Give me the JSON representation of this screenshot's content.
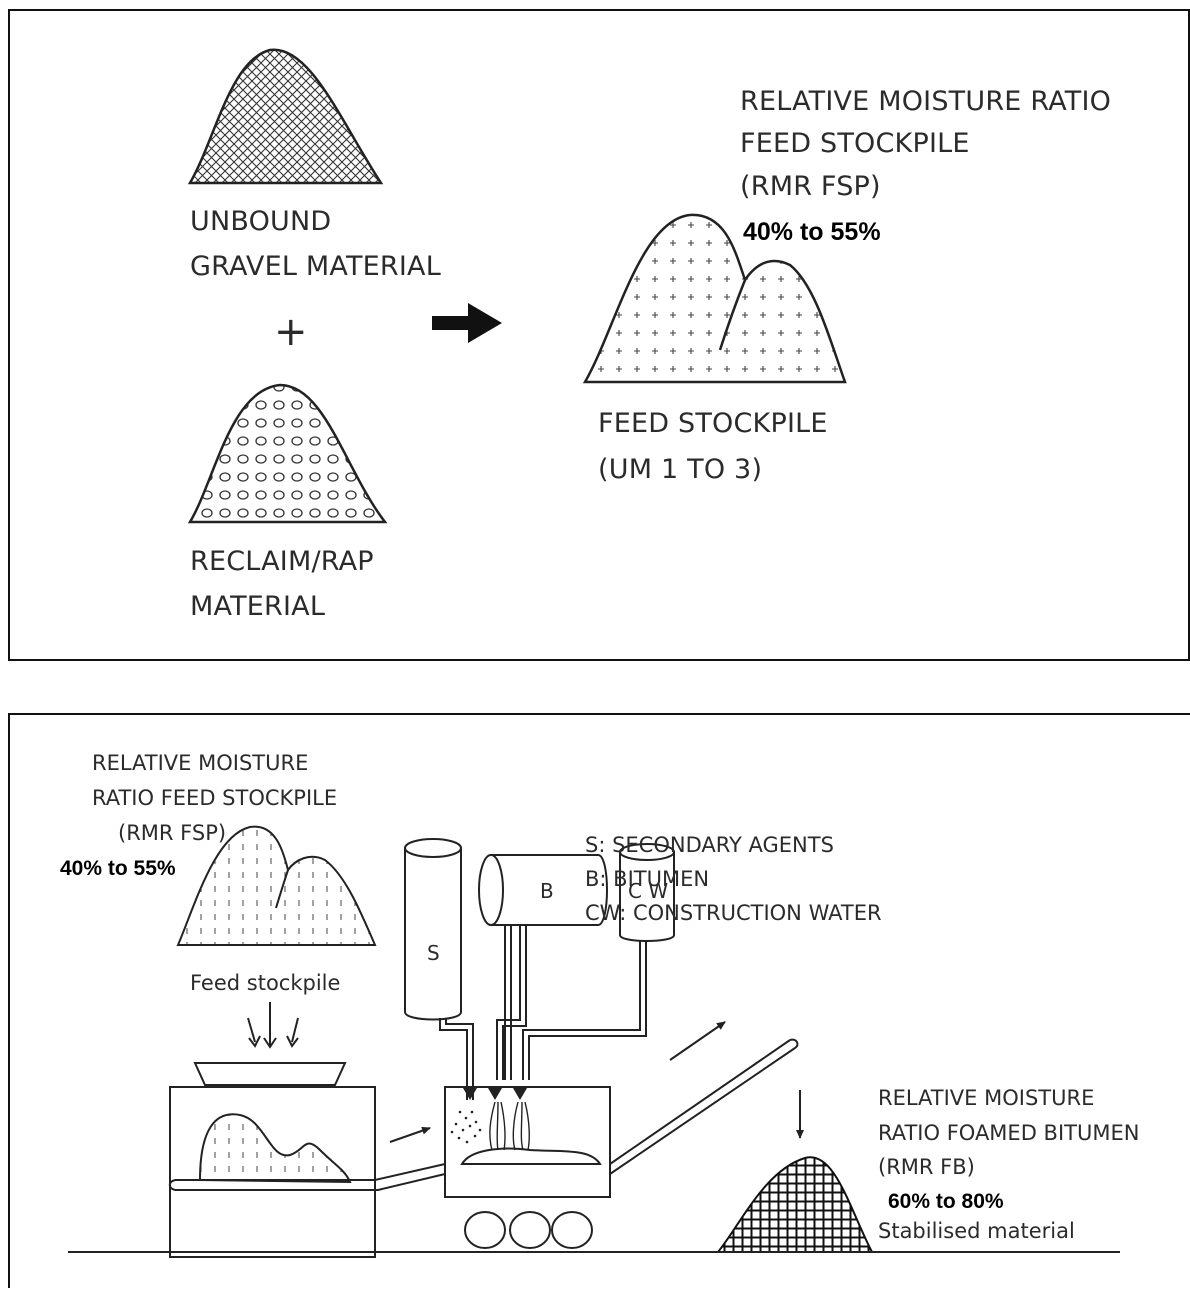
{
  "top_panel": {
    "unbound_line1": "UNBOUND",
    "unbound_line2": "GRAVEL MATERIAL",
    "plus": "+",
    "reclaim_line1": "RECLAIM/RAP",
    "reclaim_line2": "MATERIAL",
    "rmr_line1": "RELATIVE MOISTURE RATIO",
    "rmr_line2": "FEED STOCKPILE",
    "rmr_line3": "(RMR FSP)",
    "rmr_range": "40% to 55%",
    "feed_line1": "FEED STOCKPILE",
    "feed_line2": "(UM 1 TO 3)"
  },
  "bottom_panel": {
    "rmr_line1": "RELATIVE MOISTURE",
    "rmr_line2": "RATIO FEED STOCKPILE",
    "rmr_line3": "(RMR FSP)",
    "rmr_range": "40% to 55%",
    "feed_stockpile": "Feed stockpile",
    "legend_s": "S: SECONDARY AGENTS",
    "legend_b": "B: BITUMEN",
    "legend_cw": "CW: CONSTRUCTION WATER",
    "tank_s": "S",
    "tank_b": "B",
    "tank_cw": "C W",
    "fb_line1": "RELATIVE MOISTURE",
    "fb_line2": "RATIO FOAMED BITUMEN",
    "fb_line3": "(RMR FB)",
    "fb_range": "60% to 80%",
    "stabilised": "Stabilised material"
  }
}
